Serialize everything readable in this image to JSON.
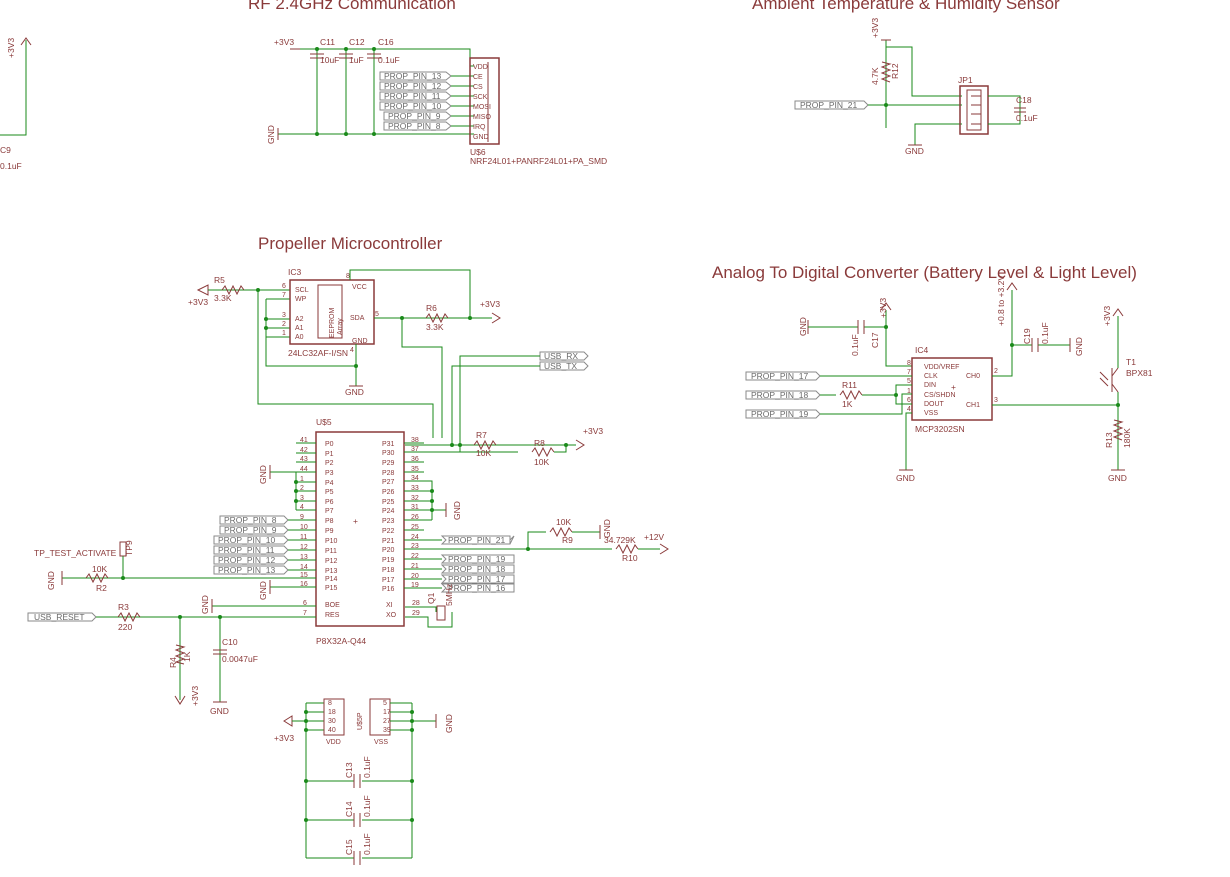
{
  "sections": {
    "rf": "RF 2.4GHz Communication",
    "ambient": "Ambient Temperature & Humidity Sensor",
    "propeller": "Propeller Microcontroller",
    "adc": "Analog To Digital Converter (Battery Level & Light Level)"
  },
  "rf": {
    "caps": [
      {
        "name": "C11",
        "value": "10uF"
      },
      {
        "name": "C12",
        "value": "1uF"
      },
      {
        "name": "C16",
        "value": "0.1uF"
      }
    ],
    "supply": "+3V3",
    "gnd": "GND",
    "module": {
      "ref": "U$6",
      "part": "NRF24L01+PANRF24L01+PA_SMD",
      "pins": [
        "VDD",
        "CE",
        "CS",
        "SCK",
        "MOSI",
        "MISO",
        "IRQ",
        "GND"
      ],
      "nets": [
        "PROP_PIN_13",
        "PROP_PIN_12",
        "PROP_PIN_11",
        "PROP_PIN_10",
        "PROP_PIN_9",
        "PROP_PIN_8"
      ]
    }
  },
  "left_fragment": {
    "supply": "+3V3",
    "cap": "C9",
    "value": "0.1uF"
  },
  "ambient": {
    "supply": "+3V3",
    "res": {
      "name": "R12",
      "value": "4.7K"
    },
    "net": "PROP_PIN_21",
    "conn": "JP1",
    "cap": {
      "name": "C18",
      "value": "0.1uF"
    },
    "gnd": "GND"
  },
  "propeller": {
    "eeprom": {
      "ref": "IC3",
      "part": "24LC32AF-I/SN",
      "pins_left": [
        "SCL",
        "WP",
        "A2",
        "A1",
        "A0"
      ],
      "pins_left_num": [
        "6",
        "7",
        "3",
        "2",
        "1"
      ],
      "pin_vcc": "VCC",
      "pin_vcc_num": "8",
      "pin_sda": "SDA",
      "pin_sda_num": "5",
      "pin_gnd": "GND",
      "pin_gnd_num": "4",
      "inner": [
        "EEPROM",
        "Array"
      ]
    },
    "r5": {
      "name": "R5",
      "value": "3.3K"
    },
    "r6": {
      "name": "R6",
      "value": "3.3K"
    },
    "usb_rx": "USB_RX",
    "usb_tx": "USB_TX",
    "r7": {
      "name": "R7",
      "value": "10K"
    },
    "r8": {
      "name": "R8",
      "value": "10K"
    },
    "mcu": {
      "ref": "U$5",
      "part": "P8X32A-Q44",
      "left_pins": [
        "P0",
        "P1",
        "P2",
        "P3",
        "P4",
        "P5",
        "P6",
        "P7",
        "P8",
        "P9",
        "P10",
        "P11",
        "P12",
        "P13",
        "P14",
        "P15"
      ],
      "left_nums": [
        "41",
        "42",
        "43",
        "44",
        "1",
        "2",
        "3",
        "4",
        "9",
        "10",
        "11",
        "12",
        "13",
        "14",
        "15",
        "16"
      ],
      "right_pins": [
        "P31",
        "P30",
        "P29",
        "P28",
        "P27",
        "P26",
        "P25",
        "P24",
        "P23",
        "P22",
        "P21",
        "P20",
        "P19",
        "P18",
        "P17",
        "P16"
      ],
      "right_nums": [
        "38",
        "37",
        "36",
        "35",
        "34",
        "33",
        "32",
        "31",
        "26",
        "25",
        "24",
        "23",
        "22",
        "21",
        "20",
        "19"
      ],
      "boe": "BOE",
      "boe_num": "6",
      "res": "RES",
      "res_num": "7",
      "xi": "XI",
      "xi_num": "28",
      "xo": "XO",
      "xo_num": "29"
    },
    "left_nets": [
      "PROP_PIN_8",
      "PROP_PIN_9",
      "PROP_PIN_10",
      "PROP_PIN_11",
      "PROP_PIN_12",
      "PROP_PIN_13"
    ],
    "right_nets": [
      "PROP_PIN_21",
      "PROP_PIN_19",
      "PROP_PIN_18",
      "PROP_PIN_17",
      "PROP_PIN_16"
    ],
    "tp": "TP_TEST_ACTIVATE",
    "tp_ref": "TP9",
    "r2": {
      "name": "R2",
      "value": "10K"
    },
    "r9": {
      "name": "R9",
      "value": "10K"
    },
    "r10": {
      "name": "R10",
      "value": "34.729K"
    },
    "v12": "+12V",
    "q1": {
      "name": "Q1",
      "value": "5MHz"
    },
    "usb_reset": "USB_RESET",
    "r3": {
      "name": "R3",
      "value": "220"
    },
    "r4": {
      "name": "R4",
      "value": "1K"
    },
    "c10": {
      "name": "C10",
      "value": "0.0047uF"
    },
    "pwr": {
      "ref": "U$5P",
      "vdd_nums": [
        "8",
        "30",
        "40"
      ],
      "vdd_num_side": [
        "18"
      ],
      "vss_nums": [
        "5",
        "17",
        "27",
        "39"
      ],
      "vdd": "VDD",
      "vss": "VSS"
    },
    "decoup": [
      {
        "name": "C13",
        "value": "0.1uF"
      },
      {
        "name": "C14",
        "value": "0.1uF"
      },
      {
        "name": "C15",
        "value": "0.1uF"
      }
    ]
  },
  "adc": {
    "ref": "IC4",
    "part": "MCP3202SN",
    "pins_left": [
      "VDD/VREF",
      "CLK",
      "DIN",
      "CS/SHDN",
      "DOUT",
      "VSS"
    ],
    "pins_left_num": [
      "8",
      "7",
      "5",
      "1",
      "6",
      "4"
    ],
    "pins_right": [
      "CH0",
      "CH1"
    ],
    "pins_right_num": [
      "2",
      "3"
    ],
    "nets": [
      "PROP_PIN_17",
      "PROP_PIN_18",
      "PROP_PIN_19"
    ],
    "r11": {
      "name": "R11",
      "value": "1K"
    },
    "c17": {
      "name": "C17",
      "value": "0.1uF"
    },
    "c19": {
      "name": "C19",
      "value": "0.1uF"
    },
    "batt": "+0.8 to +3.2V",
    "t1": {
      "name": "T1",
      "value": "BPX81"
    },
    "r13": {
      "name": "R13",
      "value": "180K"
    },
    "supply": "+3V3",
    "gnd": "GND"
  }
}
